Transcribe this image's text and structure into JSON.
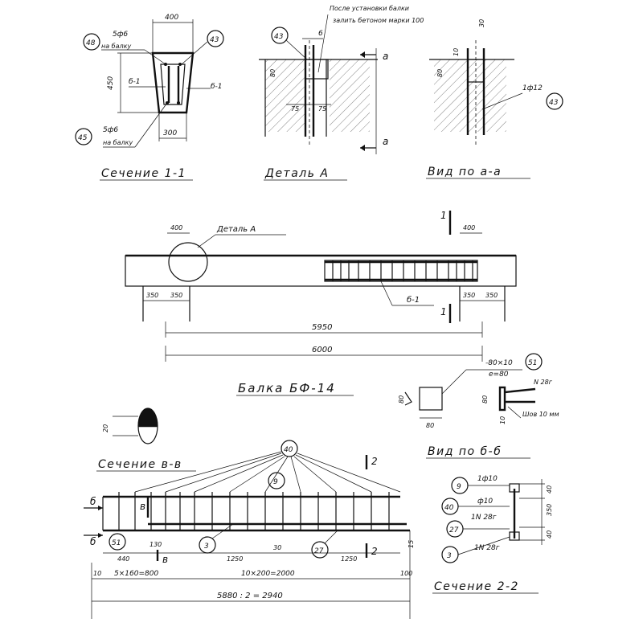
{
  "section_1_1": {
    "title": "Сечение 1-1",
    "dim_top": "400",
    "dim_height": "450",
    "dim_bottom": "300",
    "rebar_top": "5ф6",
    "rebar_top_note": "на балку",
    "rebar_bottom": "5ф6",
    "rebar_bottom_note": "на балку",
    "mark_left_top": "48",
    "mark_right_top": "43",
    "mark_bottom": "45",
    "cut_left": "б-1",
    "cut_right": "б-1"
  },
  "detail_a": {
    "title": "Деталь А",
    "note_line1": "После установки балки",
    "note_line2": "залить бетоном марки 100",
    "mark": "43",
    "dim_6": "6",
    "dim_80": "80",
    "dim_75_left": "75",
    "dim_75_right": "75",
    "cut_label_top": "а",
    "cut_label_bottom": "а"
  },
  "view_a_a": {
    "title": "Вид по а-а",
    "dim_30": "30",
    "dim_10": "10",
    "dim_80": "80",
    "rebar": "1ф12",
    "mark": "43"
  },
  "beam": {
    "title": "Балка БФ-14",
    "detail_ref": "Деталь А",
    "dim_400_left": "400",
    "dim_400_right": "400",
    "dim_350_1": "350",
    "dim_350_2": "350",
    "dim_350_3": "350",
    "dim_350_4": "350",
    "dim_5950": "5950",
    "dim_6000": "6000",
    "cut_mark": "1",
    "cut_mark_bottom": "1",
    "cage_label": "б-1"
  },
  "view_b_b": {
    "title": "Вид по б-б",
    "plate": "-80×10",
    "plate_len": "е=80",
    "channel": "N 28г",
    "weld": "Шов 10 мм",
    "mark": "51",
    "dim_80_left": "80",
    "dim_80_bottom": "80",
    "dim_80_side": "80",
    "dim_10": "10"
  },
  "section_v_v": {
    "title": "Сечение в-в",
    "dim_20": "20"
  },
  "cage": {
    "mark_40": "40",
    "mark_9": "9",
    "mark_3": "3",
    "mark_27": "27",
    "mark_51": "51",
    "cut_b": "б",
    "cut_b_bottom": "б",
    "cut_v": "в",
    "cut_v_bottom": "в",
    "cut_2_top": "2",
    "cut_2_bottom": "2",
    "dim_440": "440",
    "dim_130": "130",
    "dim_1250_left": "1250",
    "dim_30": "30",
    "dim_1250_right": "1250",
    "dim_15": "15",
    "dim_10_left": "10",
    "dim_5x160": "5×160=800",
    "dim_10x200": "10×200=2000",
    "dim_100": "100",
    "dim_total": "5880 : 2 = 2940"
  },
  "section_2_2": {
    "title": "Сечение 2-2",
    "item_9": "1ф10",
    "item_40": "ф10",
    "item_40_b": "1N 28г",
    "item_3": "1N 28г",
    "mark_9": "9",
    "mark_40": "40",
    "mark_27": "27",
    "mark_3": "3",
    "dim_40_top": "40",
    "dim_350": "350",
    "dim_40_bottom": "40"
  }
}
